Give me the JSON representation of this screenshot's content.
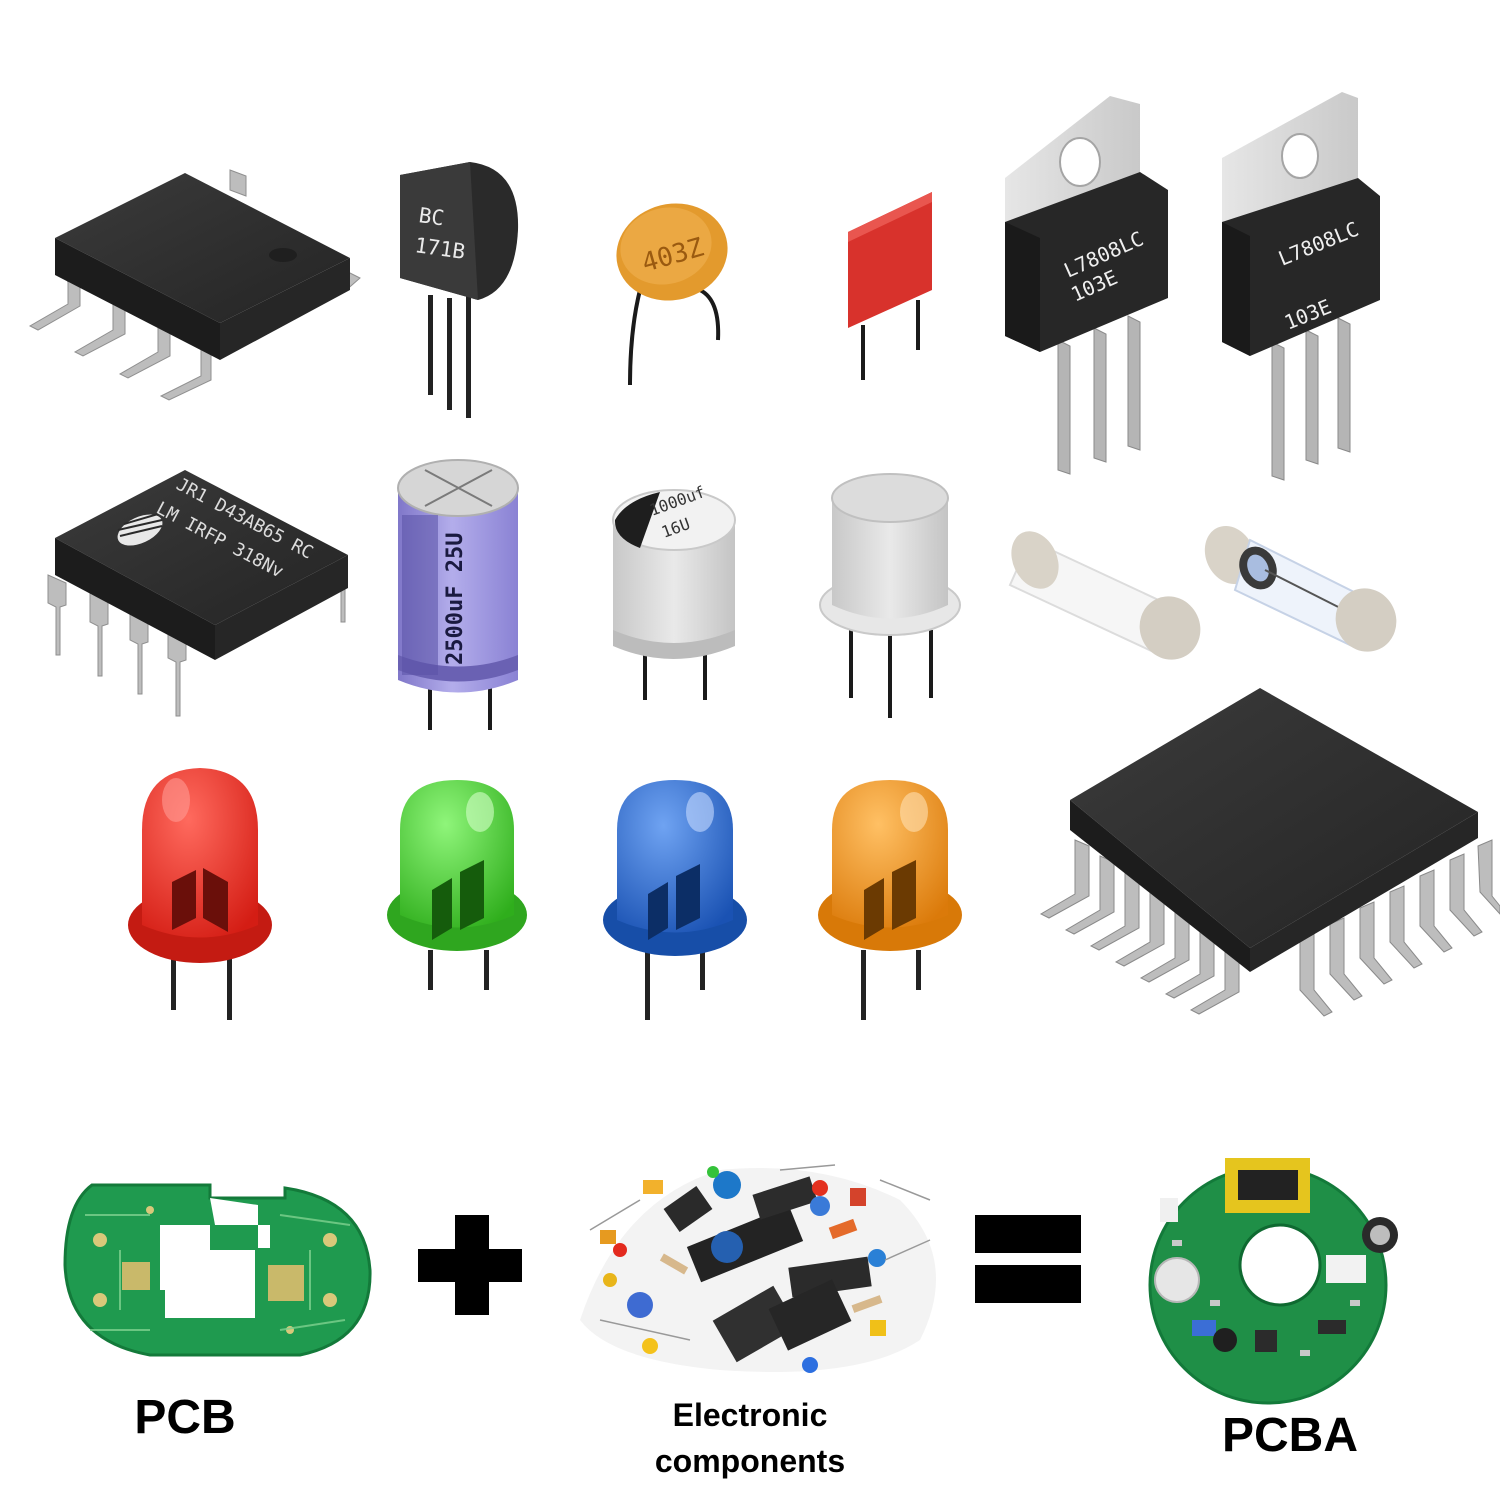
{
  "labels": {
    "pcb": "PCB",
    "electronic_line1": "Electronic",
    "electronic_line2": "components",
    "pcba": "PCBA"
  },
  "markings": {
    "transistor_line1": "BC",
    "transistor_line2": "171B",
    "ceramic_cap": "403Z",
    "regulator_a_line1": "L7808LC",
    "regulator_a_line2": "103E",
    "regulator_b_line1": "L7808LC",
    "regulator_b_line2": "103E",
    "dip_line1": "JR1 D43AB65 RC",
    "dip_line2": "LM IRFP 318Nv",
    "electrolytic_large": "2500uF 25U",
    "electrolytic_small_line1": "1000uf",
    "electrolytic_small_line2": "16U"
  },
  "icons": {
    "plus": "plus-icon",
    "equals": "equals-icon"
  },
  "colors": {
    "chip_body": "#2b2b2b",
    "lead_silver": "#b9b9b9",
    "ceramic_orange": "#e39a2d",
    "film_red": "#d8322c",
    "electrolytic_purple": "#9b93dc",
    "led_red": "#e0281e",
    "led_green": "#3ec22a",
    "led_blue": "#1f61c9",
    "led_orange": "#ea8c12",
    "pcb_green": "#1f9a4f"
  }
}
